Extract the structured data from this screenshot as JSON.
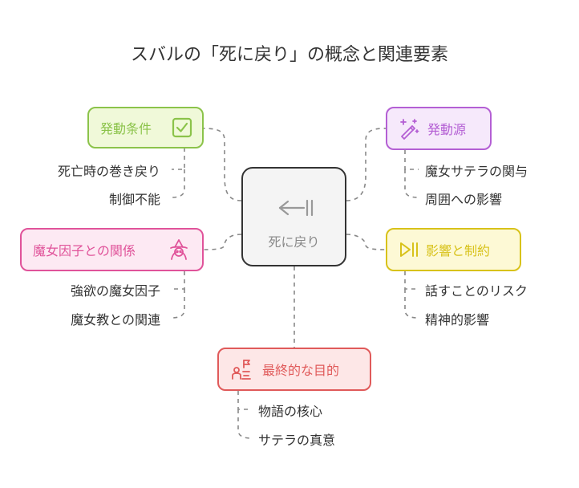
{
  "title": "スバルの「死に戻り」の概念と関連要素",
  "center": {
    "label": "死に戻り",
    "icon": "arrow-left-to-bar-icon"
  },
  "branches": [
    {
      "label": "発動条件",
      "icon": "checkbox-icon",
      "color": "#8bc34a",
      "fill": "#f0f9d9",
      "leaves": [
        "死亡時の巻き戻り",
        "制御不能"
      ]
    },
    {
      "label": "発動源",
      "icon": "magic-wand-icon",
      "color": "#b45fd4",
      "fill": "#f6e9fb",
      "leaves": [
        "魔女サテラの関与",
        "周囲への影響"
      ]
    },
    {
      "label": "魔女因子との関係",
      "icon": "witch-icon",
      "color": "#e0539a",
      "fill": "#fde9f3",
      "leaves": [
        "強欲の魔女因子",
        "魔女教との関連"
      ]
    },
    {
      "label": "影響と制約",
      "icon": "play-pause-icon",
      "color": "#d8c21a",
      "fill": "#fdf9d5",
      "leaves": [
        "話すことのリスク",
        "精神的影響"
      ]
    },
    {
      "label": "最終的な目的",
      "icon": "goal-flag-icon",
      "color": "#e05a5a",
      "fill": "#fde7e7",
      "leaves": [
        "物語の核心",
        "サテラの真意"
      ]
    }
  ]
}
